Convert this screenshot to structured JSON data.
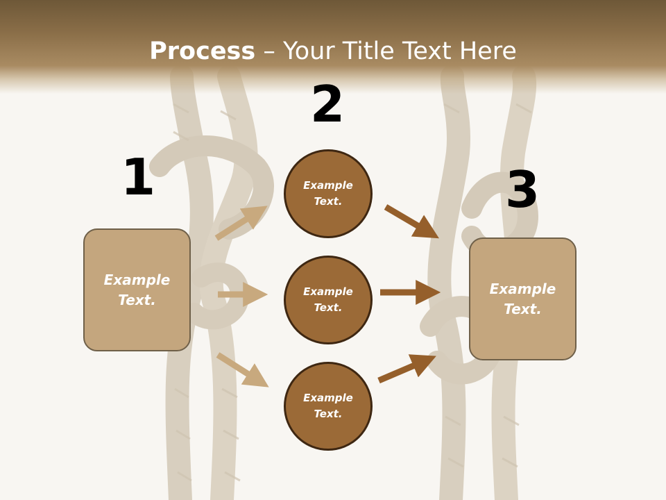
{
  "title": {
    "bold": "Process",
    "rest": " – Your Title Text Here"
  },
  "steps": {
    "one": "1",
    "two": "2",
    "three": "3"
  },
  "left_box": {
    "text": "Example Text."
  },
  "right_box": {
    "text": "Example Text."
  },
  "circles": [
    {
      "text": "Example Text."
    },
    {
      "text": "Example Text."
    },
    {
      "text": "Example Text."
    }
  ],
  "colors": {
    "header": "#8a6e48",
    "box_fill": "#c4a67e",
    "circle_fill": "#9b6a37",
    "arrow_light": "#c8a97e",
    "arrow_dark": "#955f2b"
  }
}
